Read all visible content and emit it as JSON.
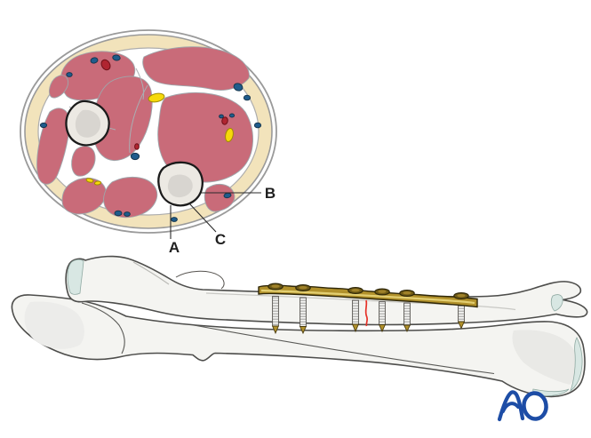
{
  "figure": {
    "cross_section": {
      "labels": {
        "a": "A",
        "b": "B",
        "c": "C"
      }
    },
    "implant": {
      "plate_count": 1,
      "screw_count": 6
    },
    "logo": {
      "text": "AO"
    },
    "colors": {
      "background": "#ffffff",
      "muscle": "#c96b79",
      "subcutaneous_fat": "#f2e3bb",
      "skin_outline": "#9a9a9a",
      "bone_cross_section": "#ece9e3",
      "bone_long_fill": "#f4f4f1",
      "bone_outline": "#4d4d4b",
      "cartilage": "#d8e7e3",
      "plate_gold": "#b1912b",
      "plate_highlight": "#e9d67a",
      "fracture_red": "#e63229",
      "vein_blue": "#1f5c8c",
      "artery_red": "#b02531",
      "nerve_yellow": "#f6d90a",
      "logo_blue": "#1d4da6",
      "label_color": "#1f1f1f"
    }
  }
}
